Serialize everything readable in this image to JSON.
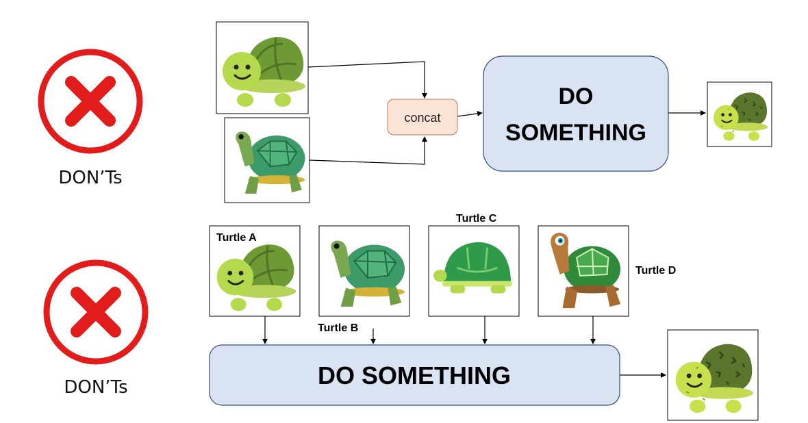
{
  "colors": {
    "x_red": "#e21b1b",
    "box_fill": "#dae3f2",
    "box_stroke": "#2f4a7a",
    "concat_fill": "#fbe3d6",
    "concat_stroke": "#b07a5a",
    "turtle_light_green": "#a8d64a",
    "turtle_dark_green": "#5c8a2a",
    "turtle_teal": "#3a9b5c"
  },
  "top": {
    "label": "DON’Ts",
    "concat_label": "concat",
    "box_line1": "DO",
    "box_line2": "SOMETHING",
    "icons": [
      "x-icon",
      "emoji-turtle-icon",
      "realistic-turtle-icon",
      "textured-turtle-icon"
    ]
  },
  "bottom": {
    "label": "DON’Ts",
    "box_label": "DO SOMETHING",
    "turtles": [
      {
        "label": "Turtle A",
        "icon": "emoji-turtle-icon"
      },
      {
        "label": "Turtle B",
        "icon": "realistic-turtle-icon"
      },
      {
        "label": "Turtle C",
        "icon": "shell-turtle-icon"
      },
      {
        "label": "Turtle D",
        "icon": "cartoon-turtle-icon"
      }
    ]
  }
}
